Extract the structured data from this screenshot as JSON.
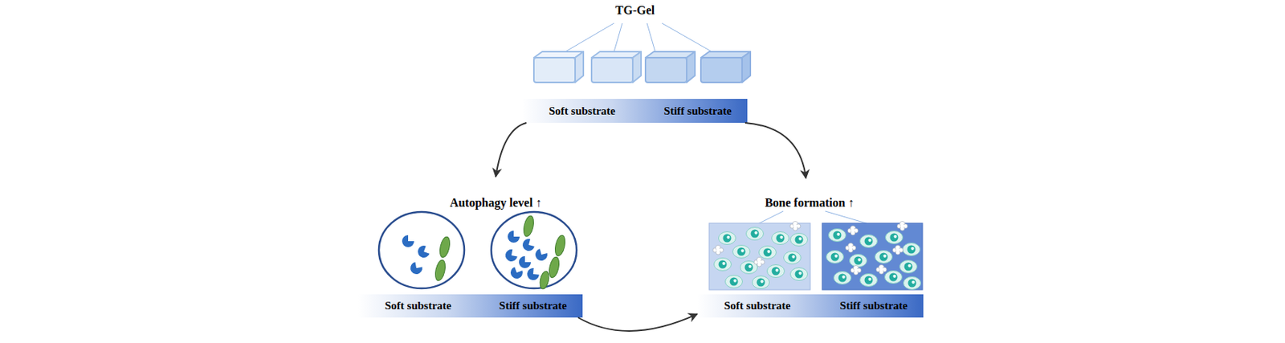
{
  "diagram": {
    "nodes": [
      {
        "text": [
          "Soft substrate",
          "Stiff substrate"
        ]
      },
      {
        "text": [
          "Autophagy level ↑"
        ]
      },
      {
        "text": [
          "Soft substrate",
          "Stiff substrate"
        ],
        "in": 1
      },
      {
        "text": [
          "Bone formation ↑"
        ]
      },
      {
        "text": [
          "Soft substrate",
          "Stiff substrate"
        ],
        "in": 3
      }
    ],
    "edges": [
      {
        "from": 0,
        "to": 1,
        "arrow": "to"
      },
      {
        "from": 0,
        "to": 3,
        "arrow": "to"
      },
      {
        "from": 2,
        "to": 4,
        "arrow": "to"
      }
    ],
    "labels": [
      "TG-Gel"
    ]
  }
}
